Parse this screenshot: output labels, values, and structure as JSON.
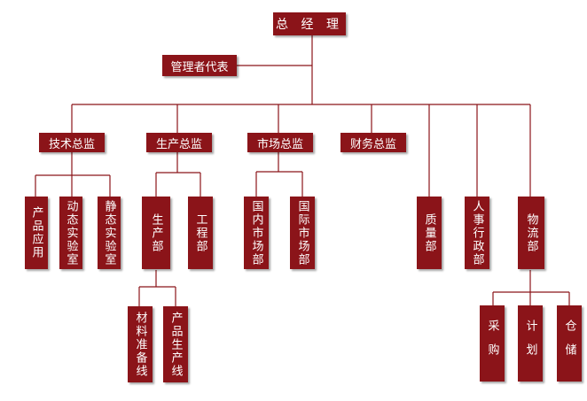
{
  "org": {
    "ceo": "总 经 理",
    "mgmt_rep": "管理者代表",
    "tech_director": "技术总监",
    "prod_director": "生产总监",
    "market_director": "市场总监",
    "finance_director": "财务总监",
    "product_app": "产品应用",
    "dynamic_lab": "动态实验室",
    "static_lab": "静态实验室",
    "production_dept": "生产部",
    "engineering_dept": "工程部",
    "domestic_market": "国内市场部",
    "intl_market": "国际市场部",
    "quality_dept": "质量部",
    "hr_admin": "人事行政部",
    "logistics": "物流部",
    "material_prep": "材料准备线",
    "prod_line": "产品生产线",
    "purchasing": "采购",
    "planning": "计划",
    "warehouse": "仓储"
  },
  "colors": {
    "box_fill": "#8b1419",
    "line": "#8b1419",
    "text": "#ffffff"
  }
}
